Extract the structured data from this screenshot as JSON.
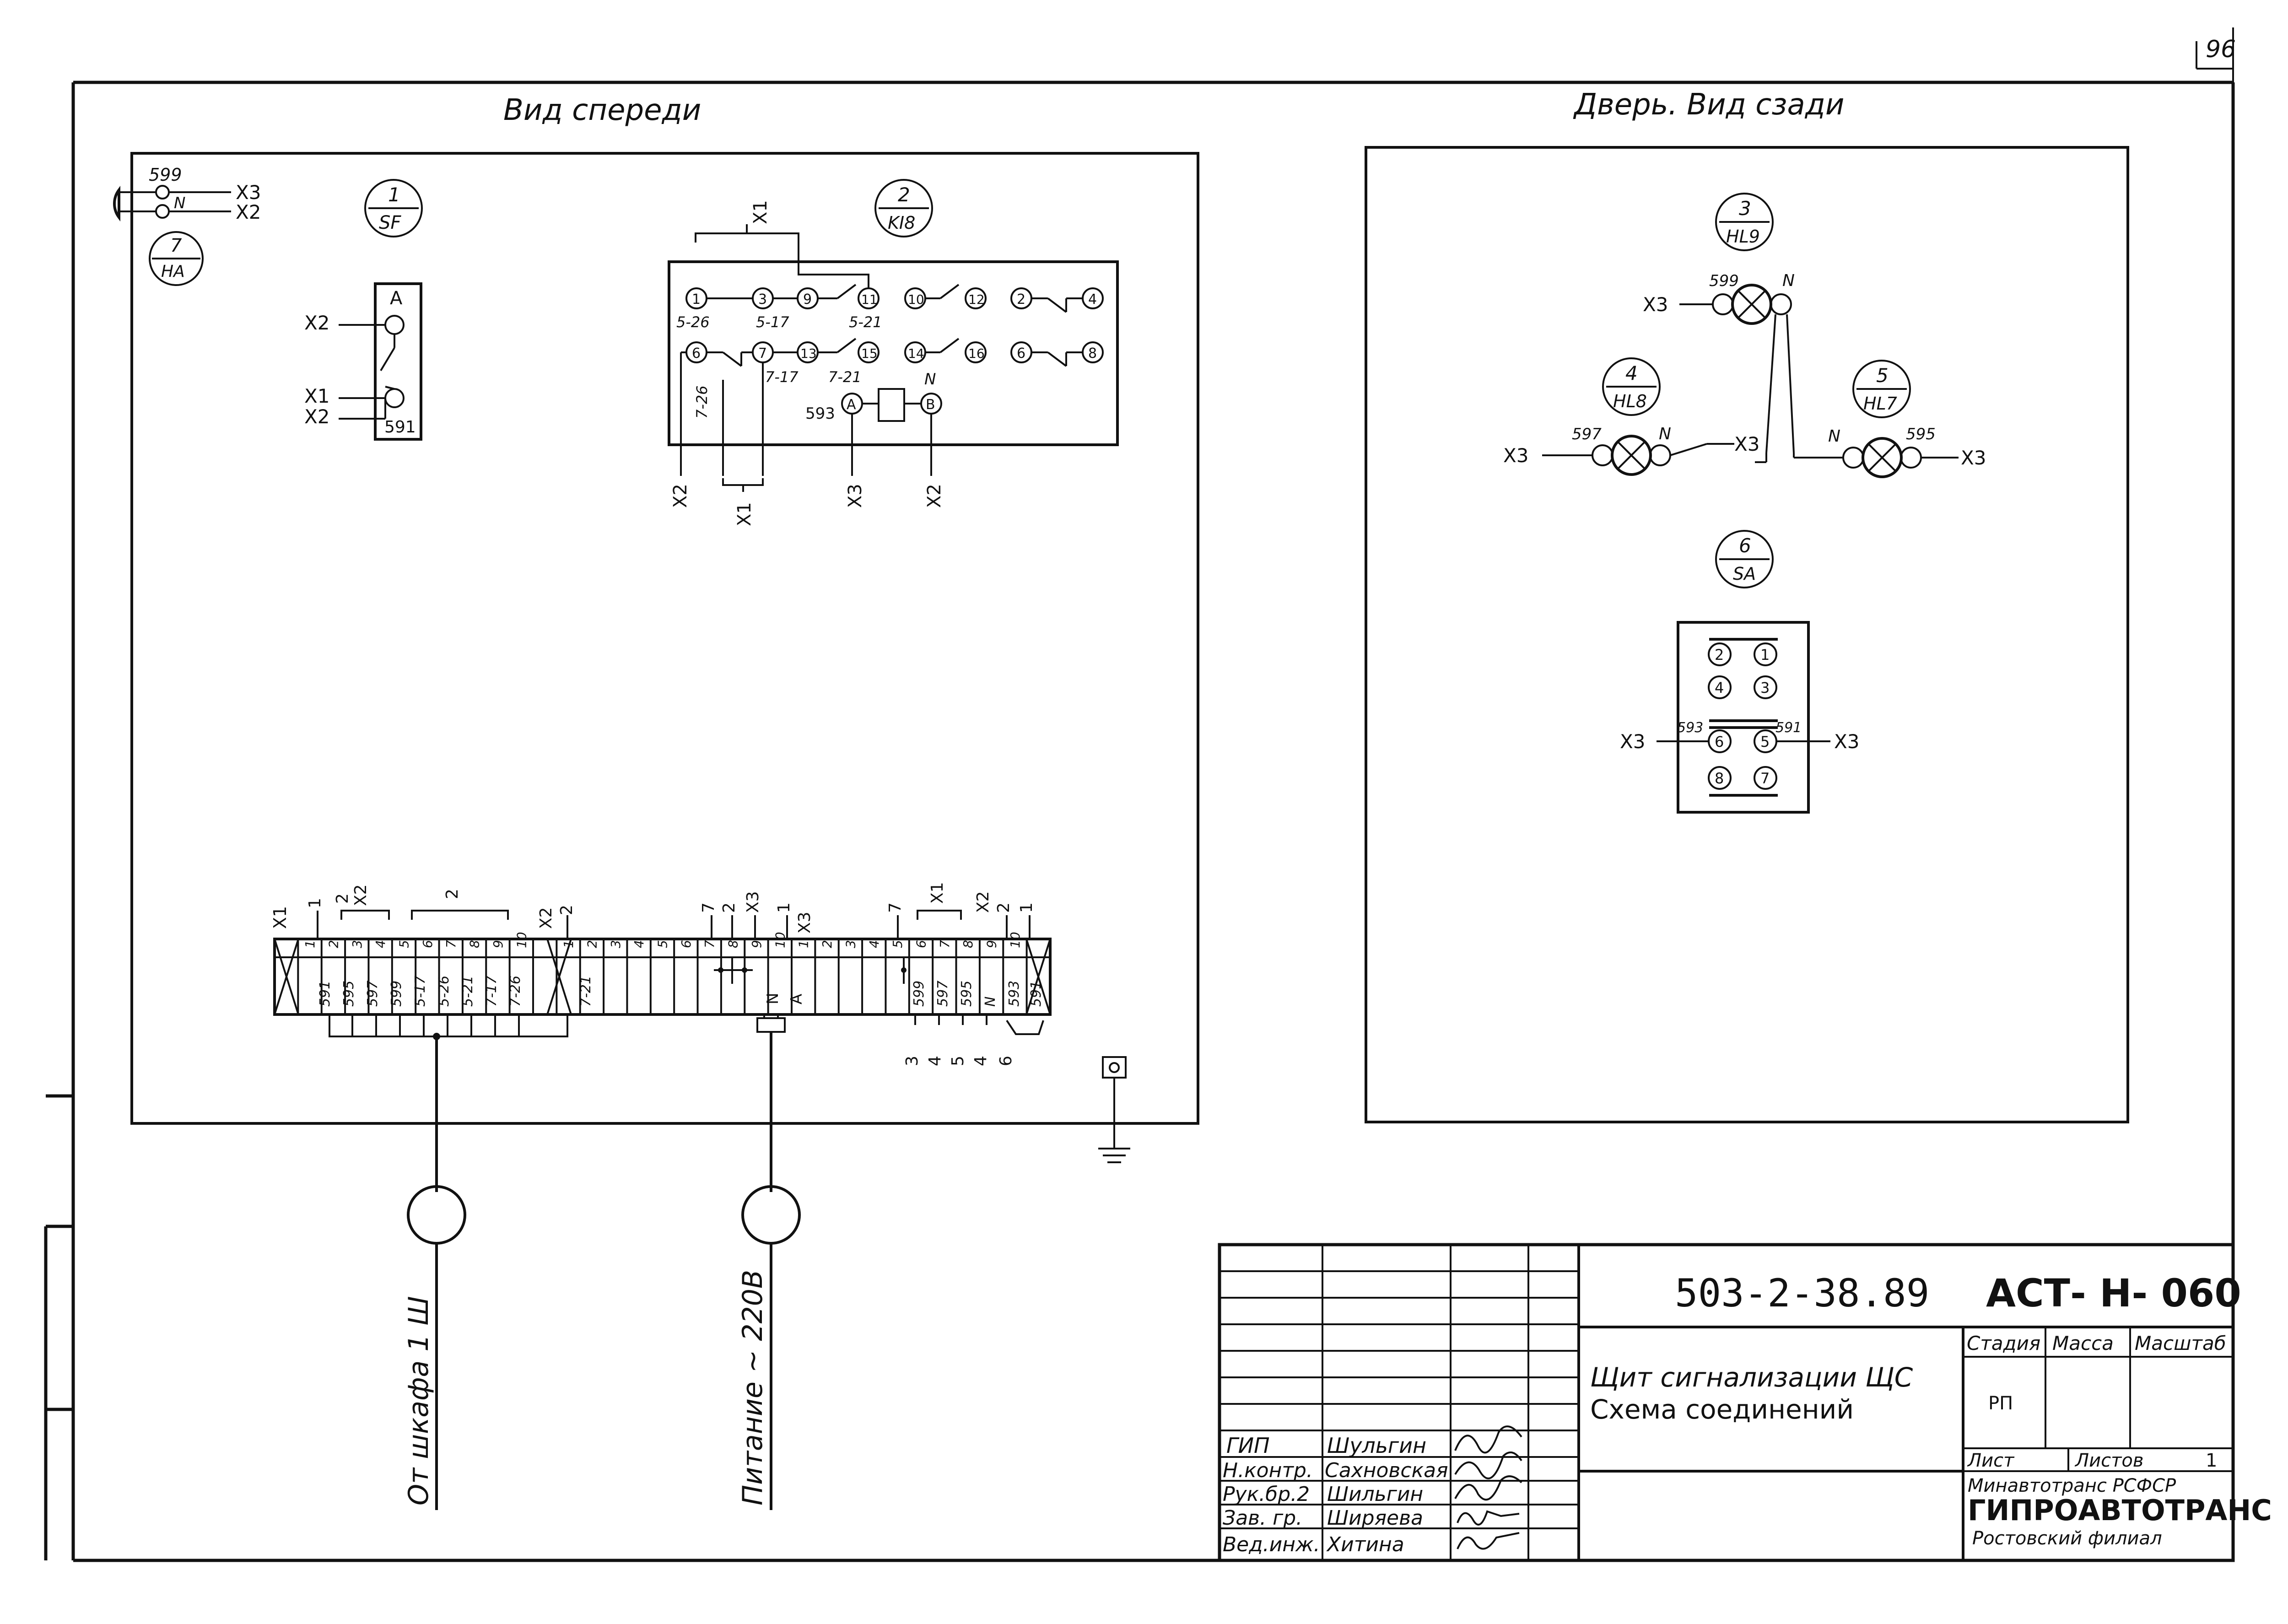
{
  "sheet_number": "96",
  "views": {
    "front_title": "Вид спереди",
    "door_title": "Дверь. Вид сзади"
  },
  "labels": {
    "x1": "X1",
    "x2": "X2",
    "x3": "X3",
    "n": "N",
    "a": "A",
    "b": "B"
  },
  "devices": [
    {
      "num": "1",
      "code": "SF"
    },
    {
      "num": "2",
      "code": "KI8"
    },
    {
      "num": "3",
      "code": "HL9"
    },
    {
      "num": "4",
      "code": "HL8"
    },
    {
      "num": "5",
      "code": "HL7"
    },
    {
      "num": "6",
      "code": "SA"
    },
    {
      "num": "7",
      "code": "HA"
    }
  ],
  "horn": {
    "wire_top": "599",
    "wire_bottom": "N"
  },
  "breaker": {
    "top_terminal": "A",
    "bottom_wire": "591"
  },
  "relay": {
    "contacts_row1": [
      "1",
      "3",
      "9",
      "11",
      "10",
      "12",
      "2",
      "4"
    ],
    "contacts_row2": [
      "6",
      "7",
      "13",
      "15",
      "14",
      "16",
      "6",
      "8"
    ],
    "coil_terminals": [
      "A",
      "B"
    ],
    "row1_wires": [
      "5-26",
      "5-17",
      "5-21"
    ],
    "row2_wires": [
      "7-26",
      "7-17",
      "7-21"
    ],
    "coil_wire": "593"
  },
  "lamps": {
    "hl9_wire": "599",
    "hl8_wire": "597",
    "hl7_wire": "595"
  },
  "switch_sa": {
    "pins": [
      "2",
      "1",
      "4",
      "3",
      "6",
      "5",
      "8",
      "7"
    ],
    "left_wire": "593",
    "right_wire": "591"
  },
  "terminal_block": {
    "cells": [
      "",
      "1",
      "2",
      "3",
      "4",
      "5",
      "6",
      "7",
      "8",
      "9",
      "10",
      "",
      "1",
      "2",
      "3",
      "4",
      "5",
      "6",
      "7",
      "8",
      "9",
      "10",
      "1",
      "2",
      "3",
      "4",
      "5",
      "6",
      "7",
      "8",
      "9",
      "10",
      ""
    ],
    "wires_group1": [
      "591",
      "595",
      "597",
      "599",
      "5-17",
      "5-26",
      "5-21",
      "7-17",
      "7-26"
    ],
    "wire_7_21": "7-21",
    "wires_group2": [
      "N",
      "A"
    ],
    "wires_group3": [
      "599",
      "597",
      "595",
      "N",
      "593",
      "591"
    ],
    "top_marks_group1": [
      "1",
      "2",
      "X2",
      "2",
      "X2",
      "2"
    ],
    "top_marks_group2": [
      "7",
      "2",
      "X3",
      "1",
      "X3"
    ],
    "top_marks_group3": [
      "7",
      "X1",
      "X2",
      "2",
      "1"
    ],
    "bottom_marks_group3": [
      "3",
      "4",
      "5",
      "4",
      "6"
    ]
  },
  "cables": {
    "cable1_label": "От шкафа 1 Ш",
    "cable2_label": "Питание ~ 220В"
  },
  "title_block": {
    "document_code": "503-2-38.89",
    "document_mark": "АСТ- Н- 060",
    "title_line1": "Щит сигнализации ЩС",
    "title_line2": "Схема соединений",
    "col_stage": "Стадия",
    "col_mass": "Масса",
    "col_scale": "Масштаб",
    "stage_value": "РП",
    "sheet_label": "Лист",
    "sheets_label": "Листов",
    "sheets_value": "1",
    "org_line1": "Минавтотранс РСФСР",
    "org_line2": "ГИПРОАВТОТРАНС",
    "org_line3": "Ростовский филиал",
    "signatories": [
      {
        "role": "ГИП",
        "name": "Шульгин"
      },
      {
        "role": "Н.контр.",
        "name": "Сахновская"
      },
      {
        "role": "Рук.бр.2",
        "name": "Шильгин"
      },
      {
        "role": "Зав. гр.",
        "name": "Ширяева"
      },
      {
        "role": "Вед.инж.",
        "name": "Хитина"
      }
    ]
  }
}
